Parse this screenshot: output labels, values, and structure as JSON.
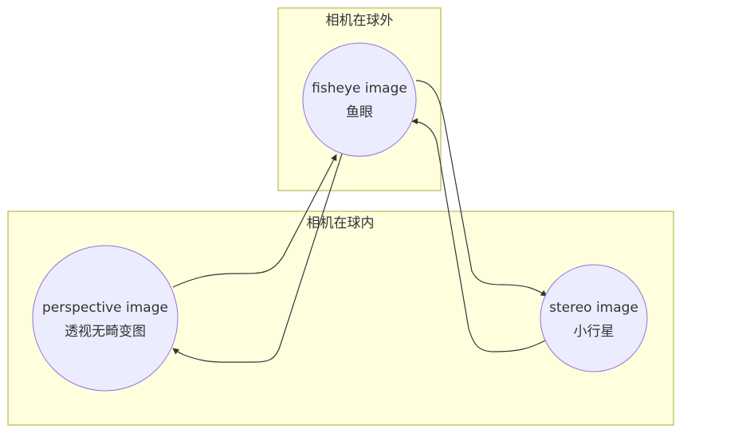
{
  "clusters": {
    "outside": {
      "label": "相机在球外"
    },
    "inside": {
      "label": "相机在球内"
    }
  },
  "nodes": {
    "fisheye": {
      "title": "fisheye image",
      "subtitle": "鱼眼"
    },
    "perspective": {
      "title": "perspective image",
      "subtitle": "透视无畸变图"
    },
    "stereo": {
      "title": "stereo image",
      "subtitle": "小行星"
    }
  },
  "edges": [
    {
      "from": "perspective",
      "to": "fisheye"
    },
    {
      "from": "fisheye",
      "to": "perspective"
    },
    {
      "from": "fisheye",
      "to": "stereo"
    },
    {
      "from": "stereo",
      "to": "fisheye"
    }
  ],
  "colors": {
    "cluster_fill": "#ffffde",
    "cluster_stroke": "#aaaa33",
    "node_fill": "#ececff",
    "node_stroke": "#9370db",
    "edge": "#333333",
    "text": "#333333"
  }
}
